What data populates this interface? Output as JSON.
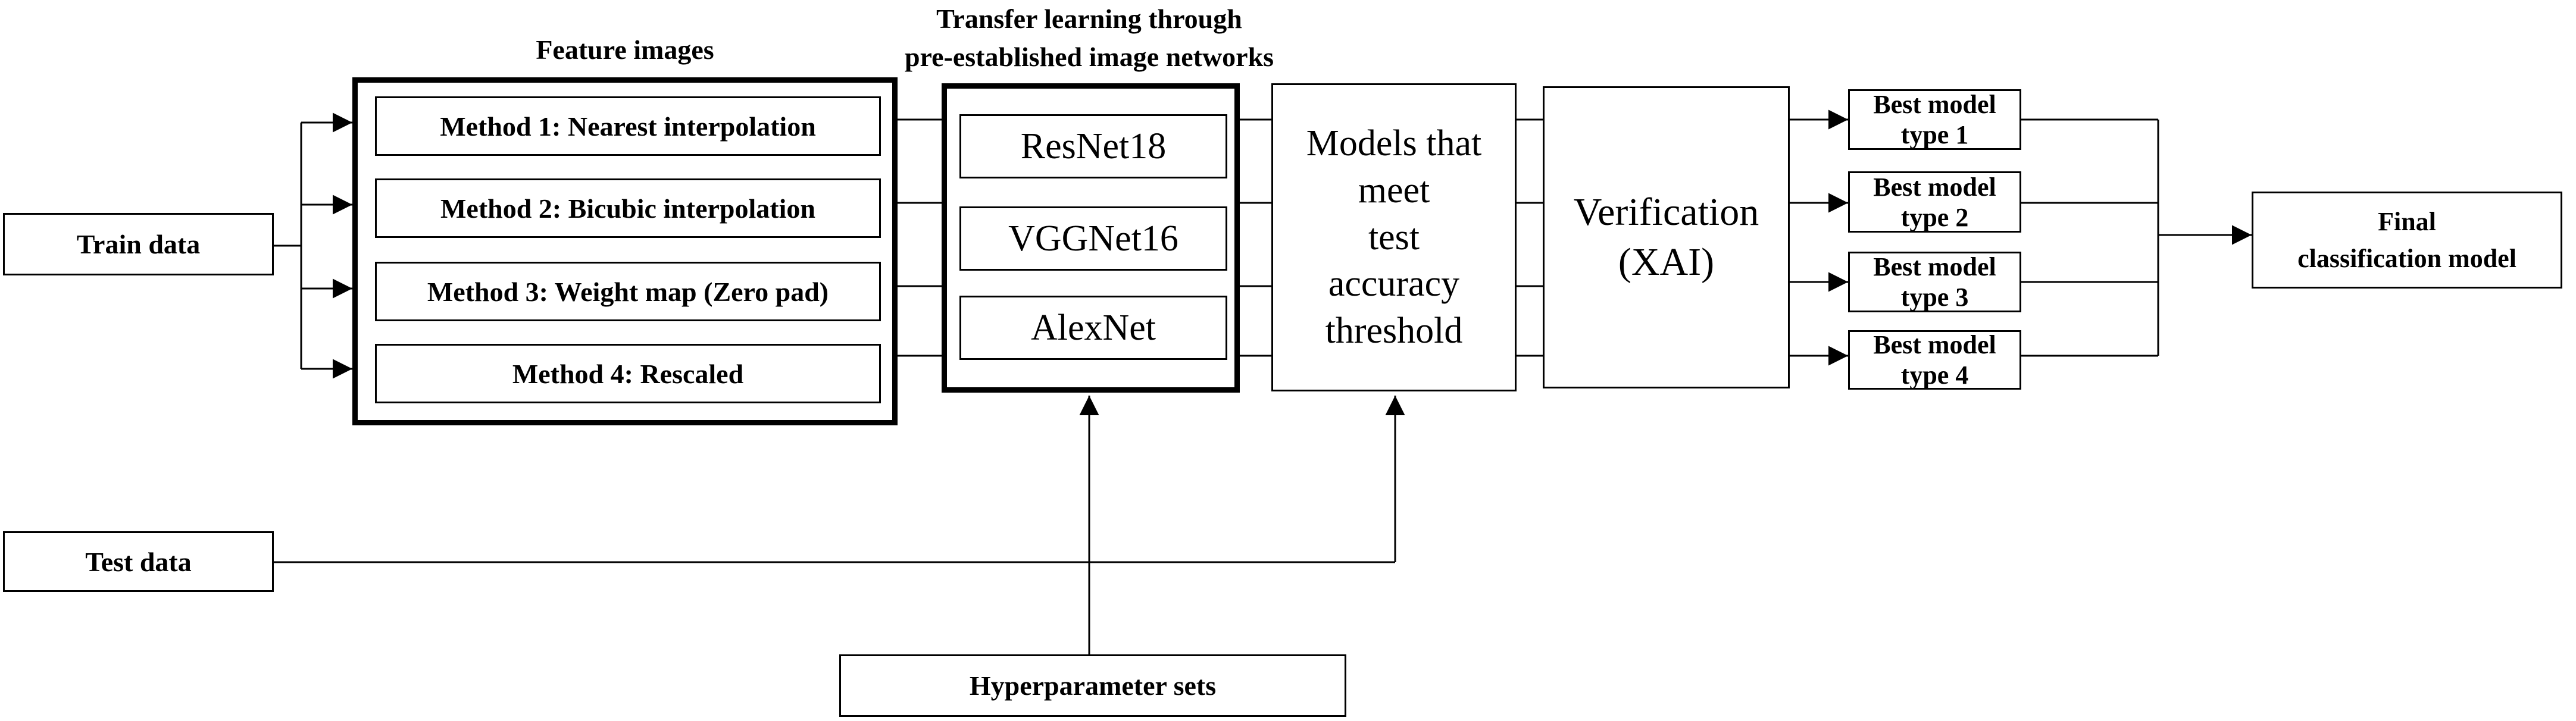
{
  "inputs": {
    "train_data": "Train data",
    "test_data": "Test data",
    "hyperparameter_sets": "Hyperparameter sets"
  },
  "feature_images": {
    "header": "Feature images",
    "methods": [
      "Method 1: Nearest interpolation",
      "Method 2: Bicubic interpolation",
      "Method 3: Weight map (Zero pad)",
      "Method 4: Rescaled"
    ]
  },
  "transfer_learning": {
    "header_line1": "Transfer learning through",
    "header_line2": "pre-established image networks",
    "networks": [
      "ResNet18",
      "VGGNet16",
      "AlexNet"
    ]
  },
  "threshold_box": {
    "line1": "Models that",
    "line2": "meet",
    "line3": "test",
    "line4": "accuracy",
    "line5": "threshold"
  },
  "verification": {
    "line1": "Verification",
    "line2": "(XAI)"
  },
  "best_models": [
    "Best model type 1",
    "Best model type 2",
    "Best model type 3",
    "Best model type 4"
  ],
  "final_model": {
    "line1": "Final",
    "line2": "classification model"
  }
}
